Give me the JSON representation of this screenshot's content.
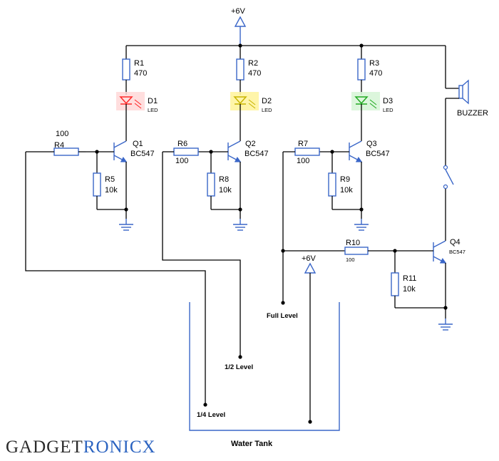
{
  "supply": {
    "top": "+6V",
    "tank": "+6V"
  },
  "stages": [
    {
      "r_top": "R1",
      "r_top_val": "470",
      "led": "D1",
      "led_type": "LED",
      "q": "Q1",
      "q_type": "BC547",
      "r_base": "R4",
      "r_base_val": "100",
      "r_pull": "R5",
      "r_pull_val": "10k",
      "led_color": "#ff2a2a",
      "led_fill": "#ffd8d8"
    },
    {
      "r_top": "R2",
      "r_top_val": "470",
      "led": "D2",
      "led_type": "LED",
      "q": "Q2",
      "q_type": "BC547",
      "r_base": "R6",
      "r_base_val": "100",
      "r_pull": "R8",
      "r_pull_val": "10k",
      "led_color": "#c8b400",
      "led_fill": "#fff4a0"
    },
    {
      "r_top": "R3",
      "r_top_val": "470",
      "led": "D3",
      "led_type": "LED",
      "q": "Q3",
      "q_type": "BC547",
      "r_base": "R7",
      "r_base_val": "100",
      "r_pull": "R9",
      "r_pull_val": "10k",
      "led_color": "#22aa22",
      "led_fill": "#d8f5d8"
    }
  ],
  "buzzer_stage": {
    "r_base": "R10",
    "r_base_val": "100",
    "r_pull": "R11",
    "r_pull_val": "10k",
    "q": "Q4",
    "q_type": "BC547",
    "buzzer": "BUZZER"
  },
  "levels": {
    "quarter": "1/4 Level",
    "half": "1/2 Level",
    "full": "Full Level"
  },
  "tank_label": "Water Tank",
  "brand": {
    "part1": "GADGET",
    "part2": "RONICX"
  },
  "colors": {
    "component": "#3a66c8",
    "wire": "#000000",
    "brand_blue": "#2b63c0"
  }
}
